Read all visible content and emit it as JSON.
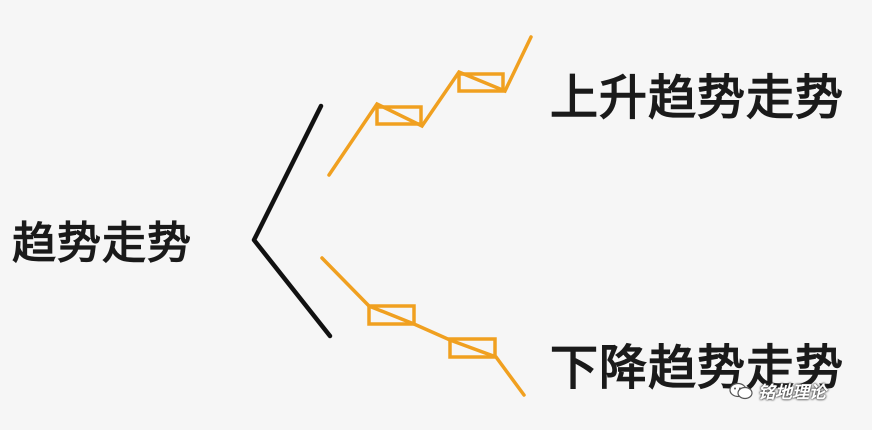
{
  "root": {
    "label": "趋势走势"
  },
  "branches": [
    {
      "id": "up",
      "label": "上升趋势走势"
    },
    {
      "id": "down",
      "label": "下降趋势走势"
    }
  ],
  "colors": {
    "background": "#f6f6f6",
    "bracket": "#111111",
    "trend_line": "#f0a020",
    "text": "#1a1a1a"
  },
  "watermark": {
    "text": "铭地理论",
    "icon": "wechat-icon"
  }
}
